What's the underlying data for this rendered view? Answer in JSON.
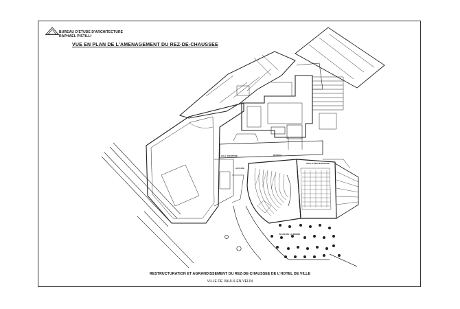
{
  "firm": {
    "line1": "BUREAU D'ETUDE D'ARCHITECTURE",
    "line2": "RAPHAEL PISTILLI"
  },
  "plan_title": "VUE EN PLAN DE L'AMENAGEMENT DU REZ-DE-CHAUSSEE",
  "bottom_title": "RESTRUCTURATION ET AGRANDISSEMENT DU REZ-DE-CHAUSSEE DE L'HOTEL DE VILLE",
  "city": "VILLE DE VAULX-EN-VELIN",
  "labels": {
    "hall": "HALL D'ENTREE",
    "accueil": "ACCUEIL",
    "salle": "SALLE DES MARIAGES",
    "place": "PLACE DE LA MAIRIE",
    "bureau": "BUREAU"
  },
  "colors": {
    "ink": "#111111",
    "wall": "#222222",
    "paper": "#ffffff"
  }
}
